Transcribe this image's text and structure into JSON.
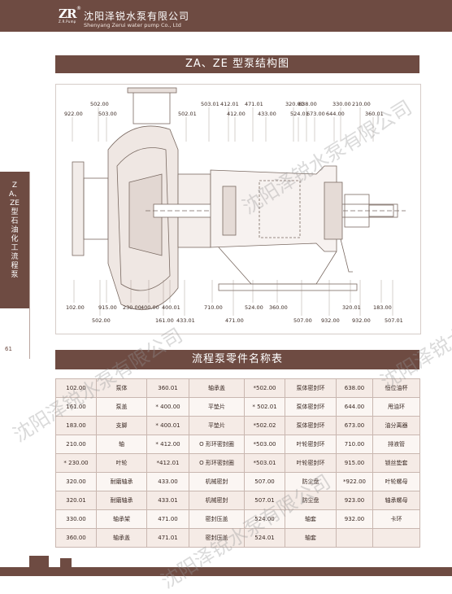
{
  "header": {
    "logo_text": "ZR",
    "logo_registered": "®",
    "logo_subtext": "Z.R.Pump",
    "company_cn": "沈阳泽锐水泵有限公司",
    "company_en": "Shenyang Zerui water pump Co., Ltd"
  },
  "side_tab": {
    "text": "ZA、ZE型石油化工流程泵"
  },
  "page_number": "61",
  "diagram": {
    "title": "ZA、ZE 型泵结构图",
    "callouts_top": [
      "502.00",
      "922.00",
      "503.00",
      "502.01",
      "503.01",
      "412.01",
      "412.00",
      "471.01",
      "433.00",
      "320.00",
      "524.01",
      "638.00",
      "673.00",
      "330.00",
      "644.00",
      "210.00",
      "360.01"
    ],
    "callouts_bottom": [
      "102.00",
      "915.00",
      "502.00",
      "230.00",
      "400.00",
      "161.00",
      "400.01",
      "433.01",
      "710.00",
      "471.00",
      "524.00",
      "360.00",
      "507.00",
      "932.00",
      "320.01",
      "932.00",
      "183.00",
      "507.01"
    ]
  },
  "parts_table": {
    "title": "流程泵零件名称表",
    "rows": [
      [
        "102.00",
        "泵体",
        "360.01",
        "轴承盖",
        "*502.00",
        "泵体密封环",
        "638.00",
        "恒位油杯"
      ],
      [
        "161.00",
        "泵盖",
        "* 400.00",
        "平垫片",
        "* 502.01",
        "泵体密封环",
        "644.00",
        "甩油环"
      ],
      [
        "183.00",
        "支脚",
        "* 400.01",
        "平垫片",
        "*502.02",
        "泵体密封环",
        "673.00",
        "油分离器"
      ],
      [
        "210.00",
        "轴",
        "* 412.00",
        "O 形环密封圈",
        "*503.00",
        "叶轮密封环",
        "710.00",
        "排液管"
      ],
      [
        "* 230.00",
        "叶轮",
        "*412.01",
        "O 形环密封圈",
        "*503.01",
        "叶轮密封环",
        "915.00",
        "锁丝垫套"
      ],
      [
        "320.00",
        "耐磨轴承",
        "433.00",
        "机械密封",
        "507.00",
        "防尘盘",
        "*922.00",
        "叶轮螺母"
      ],
      [
        "320.01",
        "耐磨轴承",
        "433.01",
        "机械密封",
        "507.01",
        "防尘盘",
        "923.00",
        "轴承螺母"
      ],
      [
        "330.00",
        "轴承架",
        "471.00",
        "密封压盖",
        "524.00",
        "轴套",
        "932.00",
        "卡环"
      ],
      [
        "360.00",
        "轴承盖",
        "471.01",
        "密封压盖",
        "524.01",
        "轴套",
        "",
        ""
      ]
    ]
  },
  "watermarks": [
    "沈阳泽锐水泵有限公司",
    "沈阳泽锐水泵有限公司",
    "沈阳泽锐水泵有限公司",
    "沈阳泽锐水"
  ],
  "colors": {
    "brand": "#6e4b42",
    "row_odd": "#f5ebe6",
    "row_even": "#fbf6f3"
  }
}
